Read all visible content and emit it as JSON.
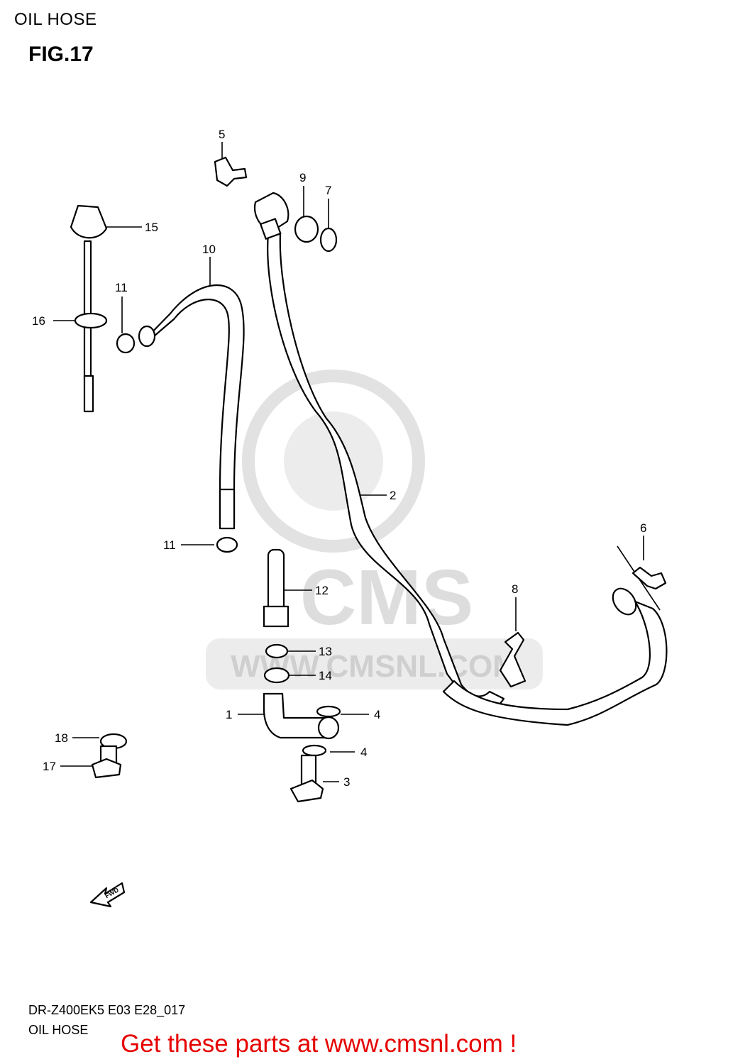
{
  "header": {
    "title": "OIL HOSE",
    "figure": "FIG.17"
  },
  "watermark": {
    "brand": "CMS",
    "url": "WWW.CMSNL.COM",
    "color": "#d9d9d9"
  },
  "callouts": [
    {
      "id": "c1",
      "label": "1"
    },
    {
      "id": "c2",
      "label": "2"
    },
    {
      "id": "c3",
      "label": "3"
    },
    {
      "id": "c4a",
      "label": "4"
    },
    {
      "id": "c4b",
      "label": "4"
    },
    {
      "id": "c5",
      "label": "5"
    },
    {
      "id": "c6",
      "label": "6"
    },
    {
      "id": "c7",
      "label": "7"
    },
    {
      "id": "c8",
      "label": "8"
    },
    {
      "id": "c9",
      "label": "9"
    },
    {
      "id": "c10",
      "label": "10"
    },
    {
      "id": "c11a",
      "label": "11"
    },
    {
      "id": "c11b",
      "label": "11"
    },
    {
      "id": "c12",
      "label": "12"
    },
    {
      "id": "c13",
      "label": "13"
    },
    {
      "id": "c14",
      "label": "14"
    },
    {
      "id": "c15",
      "label": "15"
    },
    {
      "id": "c16",
      "label": "16"
    },
    {
      "id": "c17",
      "label": "17"
    },
    {
      "id": "c18",
      "label": "18"
    }
  ],
  "fwd_arrow": {
    "label": "FWD"
  },
  "footer": {
    "model_code": "DR-Z400EK5 E03 E28_017",
    "section": "OIL HOSE",
    "promo": "Get these parts at www.cmsnl.com !",
    "promo_color": "#e60000"
  }
}
